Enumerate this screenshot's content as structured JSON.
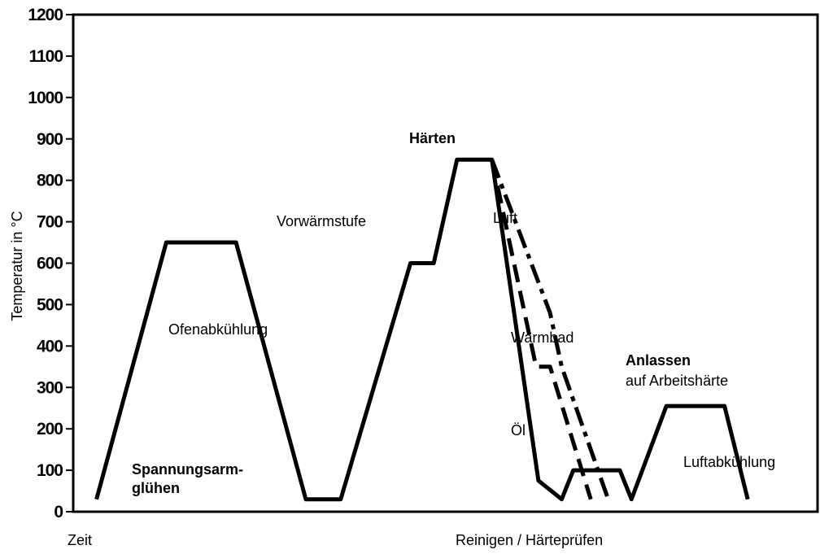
{
  "chart_data": {
    "type": "line",
    "ylabel": "Temperatur in °C",
    "ylim": [
      0,
      1200
    ],
    "yticks": [
      0,
      100,
      200,
      300,
      400,
      500,
      600,
      700,
      800,
      900,
      1000,
      1100,
      1200
    ],
    "xtick_labels": {
      "start": "Zeit",
      "mid": "Reinigen / Härteprüfen"
    },
    "series": [
      {
        "style": "solid",
        "points": [
          [
            2,
            30
          ],
          [
            8,
            650
          ],
          [
            14,
            650
          ],
          [
            20,
            30
          ],
          [
            23,
            30
          ],
          [
            29,
            600
          ],
          [
            31,
            600
          ],
          [
            33,
            850
          ],
          [
            36,
            850
          ],
          [
            40,
            75
          ],
          [
            42,
            30
          ],
          [
            43,
            100
          ],
          [
            47,
            100
          ],
          [
            48,
            30
          ],
          [
            51,
            255
          ],
          [
            56,
            255
          ],
          [
            58,
            30
          ]
        ],
        "gaps": [
          [
            19,
            20
          ],
          [
            57,
            58
          ]
        ]
      },
      {
        "style": "dashed",
        "points": [
          [
            36,
            850
          ],
          [
            39.8,
            350
          ],
          [
            41,
            350
          ],
          [
            44.5,
            30
          ]
        ]
      },
      {
        "style": "dash-dot",
        "points": [
          [
            36,
            850
          ],
          [
            41,
            480
          ],
          [
            42,
            350
          ],
          [
            46,
            30
          ]
        ]
      }
    ],
    "annotations": [
      {
        "text": "Spannungsarm-",
        "bold": true
      },
      {
        "text": "glühen",
        "bold": true
      },
      {
        "text": "Ofenabkühlung",
        "bold": false
      },
      {
        "text": "Vorwärmstufe",
        "bold": false
      },
      {
        "text": "Härten",
        "bold": true
      },
      {
        "text": "Luft",
        "bold": false
      },
      {
        "text": "Warmbad",
        "bold": false
      },
      {
        "text": "Öl",
        "bold": false
      },
      {
        "text": "Anlassen",
        "bold": true
      },
      {
        "text": "auf Arbeitshärte",
        "bold": false
      },
      {
        "text": "Luftabkühlung",
        "bold": false
      }
    ]
  }
}
